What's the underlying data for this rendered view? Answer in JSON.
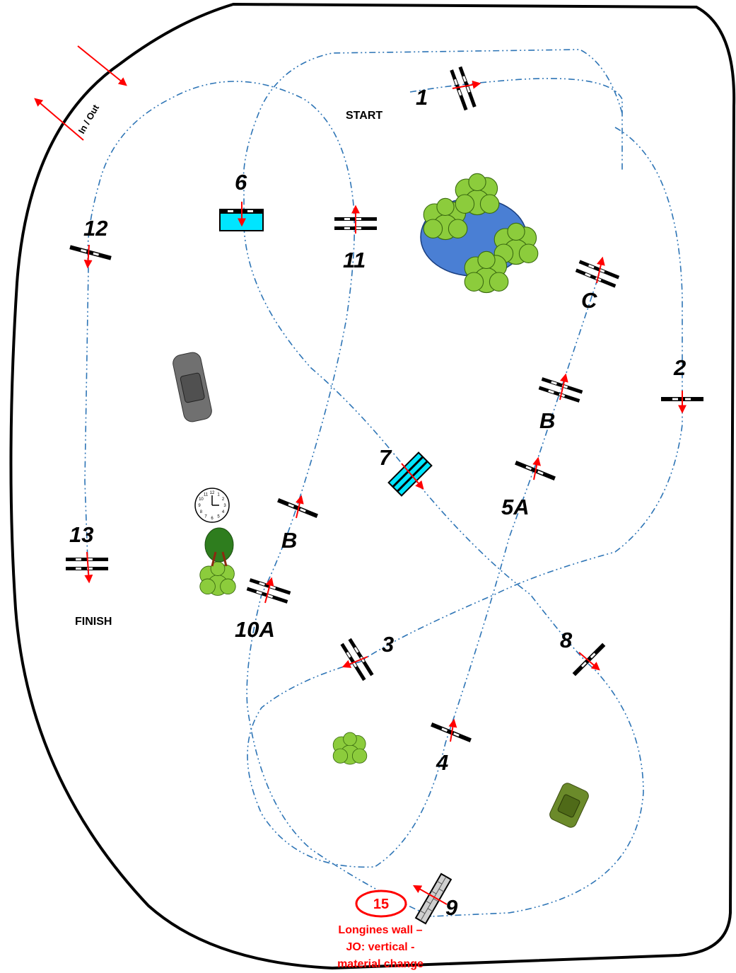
{
  "labels": {
    "start": "START",
    "finish": "FINISH",
    "in_out": "In / Out",
    "f1": "1",
    "f2": "2",
    "f3": "3",
    "f4": "4",
    "f5a": "5A",
    "f5b": "B",
    "f5c": "C",
    "f6": "6",
    "f7": "7",
    "f8": "8",
    "f9": "9",
    "f10a": "10A",
    "f10b": "B",
    "f11": "11",
    "f12": "12",
    "f13": "13"
  },
  "note": {
    "number": "15",
    "line1": "Longines wall –",
    "line2": "JO: vertical -",
    "line3": "material change"
  },
  "clock_numbers": [
    "12",
    "1",
    "2",
    "3",
    "4",
    "5",
    "6",
    "7",
    "8",
    "9",
    "10",
    "11"
  ],
  "colors": {
    "route": "#2e75b6",
    "arrow": "#ff0000",
    "water": "#00e5ff",
    "pond": "#4a7fd4",
    "bush": "#8ccc3c",
    "car_grey": "#707070",
    "car_green": "#6b8a2a"
  },
  "icons": [
    "fence-icon",
    "water-jump-icon",
    "wall-icon",
    "tree-icon",
    "pond-icon",
    "car-icon",
    "clock-icon",
    "direction-arrow-icon"
  ]
}
